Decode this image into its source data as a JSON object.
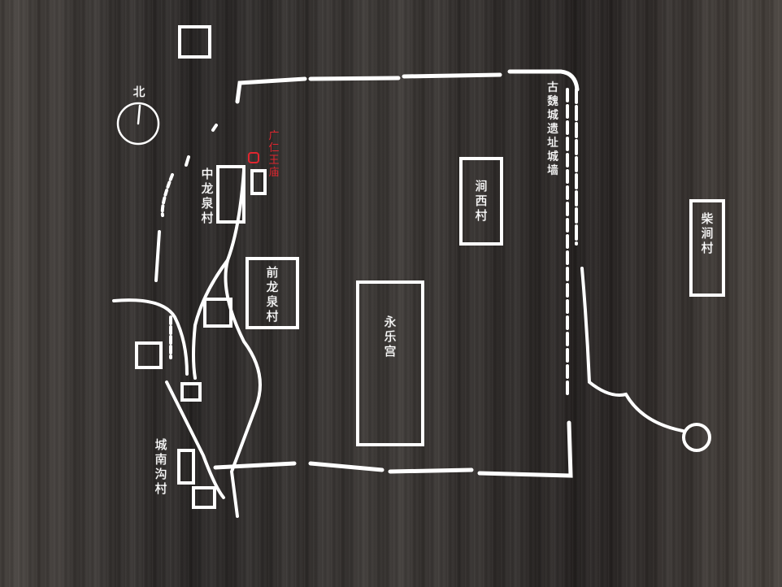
{
  "north_label": "北",
  "labels": {
    "temple": "广仁王庙",
    "zhong_longquan": "中龙泉村",
    "qian_longquan": "前龙泉村",
    "yongle_palace": "永乐宫",
    "jianxi": "涧西村",
    "city_wall": "古魏城遗址城墙",
    "chaijian": "柴涧村",
    "chengnangou": "城南沟村"
  },
  "colors": {
    "line": "#ffffff",
    "temple": "#d8272f",
    "background": "#2f2c2a"
  }
}
